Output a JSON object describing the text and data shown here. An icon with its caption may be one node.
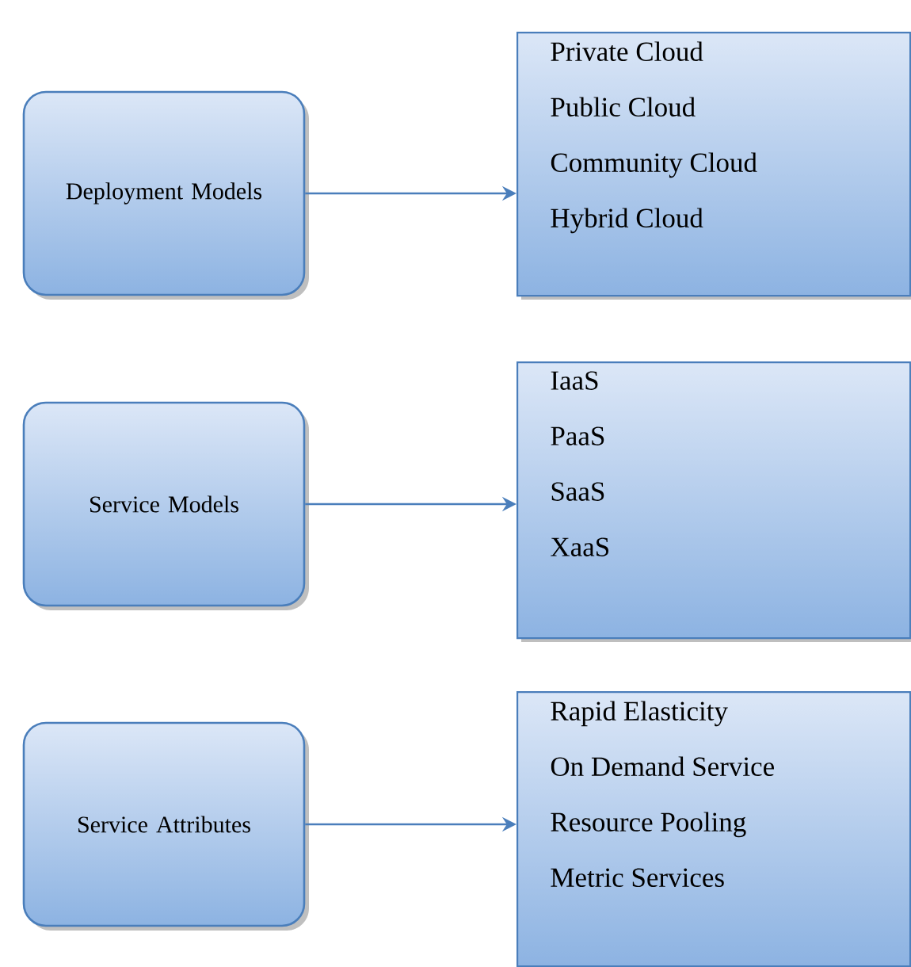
{
  "diagram": {
    "nodes": [
      {
        "text": [
          "Deployment Models"
        ]
      },
      {
        "text": [
          "Private Cloud",
          "Public Cloud",
          "Community Cloud",
          "Hybrid Cloud"
        ]
      },
      {
        "text": [
          "Service Models"
        ]
      },
      {
        "text": [
          "IaaS",
          "PaaS",
          "SaaS",
          "XaaS"
        ]
      },
      {
        "text": [
          "Service Attributes"
        ]
      },
      {
        "text": [
          "Rapid Elasticity",
          "On Demand Service",
          "Resource Pooling",
          "Metric Services"
        ]
      }
    ],
    "edges": [
      {
        "from": 0,
        "to": 1,
        "arrow": "to"
      },
      {
        "from": 2,
        "to": 3,
        "arrow": "to"
      },
      {
        "from": 4,
        "to": 5,
        "arrow": "to"
      }
    ]
  }
}
